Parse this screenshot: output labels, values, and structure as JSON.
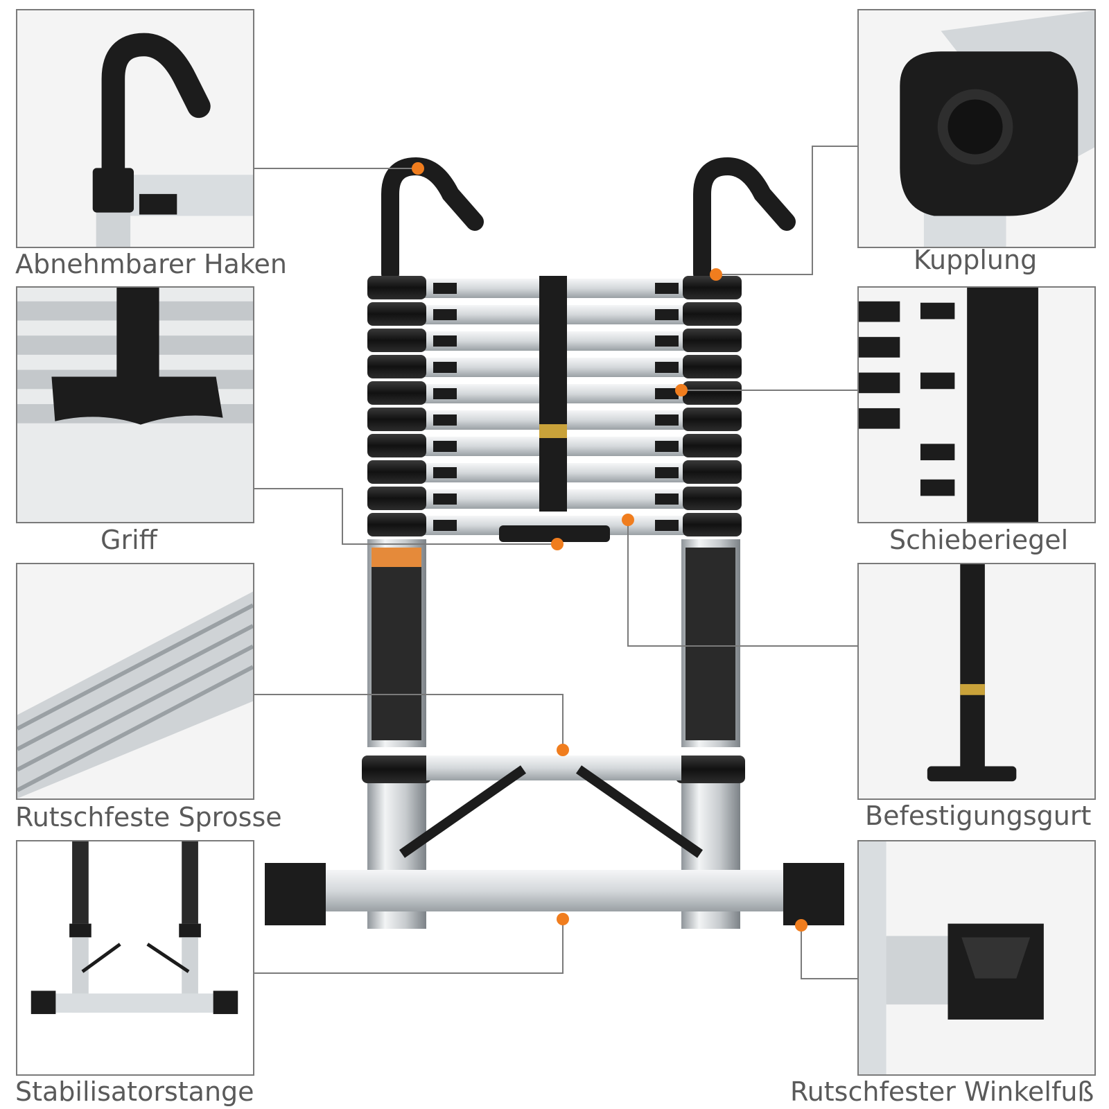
{
  "callouts": {
    "haken": "Abnehmbarer Haken",
    "griff": "Griff",
    "sprosse": "Rutschfeste Sprosse",
    "stabilisator": "Stabilisatorstange",
    "kupplung": "Kupplung",
    "schieberiegel": "Schieberiegel",
    "gurt": "Befestigungsgurt",
    "winkelfuss": "Rutschfester Winkelfuß"
  },
  "colors": {
    "accent": "#f07d1e",
    "frame": "#7a7a7a",
    "rubber": "#1c1c1c",
    "aluminium": "#d9dde0"
  },
  "rung_count": 10
}
